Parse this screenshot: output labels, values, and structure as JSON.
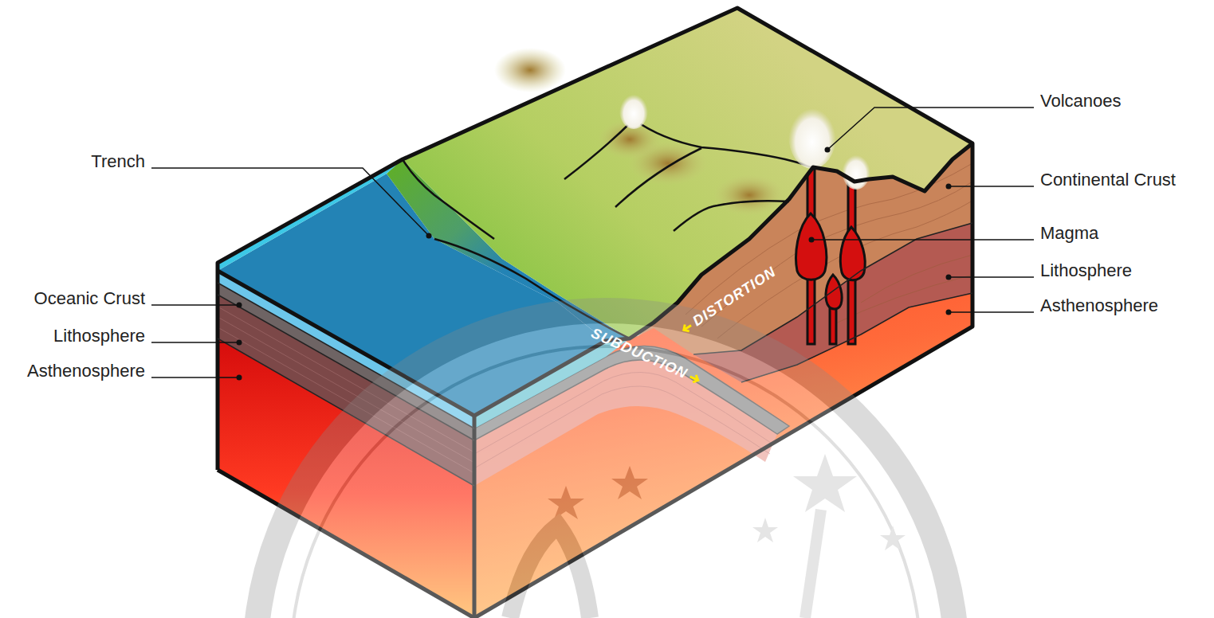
{
  "diagram": {
    "labels": [
      "Trench",
      "Oceanic Crust",
      "Lithosphere",
      "Asthenosphere",
      "DISTORTION",
      "SUBDUCTION",
      "Volcanoes",
      "Continental Crust",
      "Magma",
      "Lithosphere",
      "Asthenosphere"
    ]
  }
}
